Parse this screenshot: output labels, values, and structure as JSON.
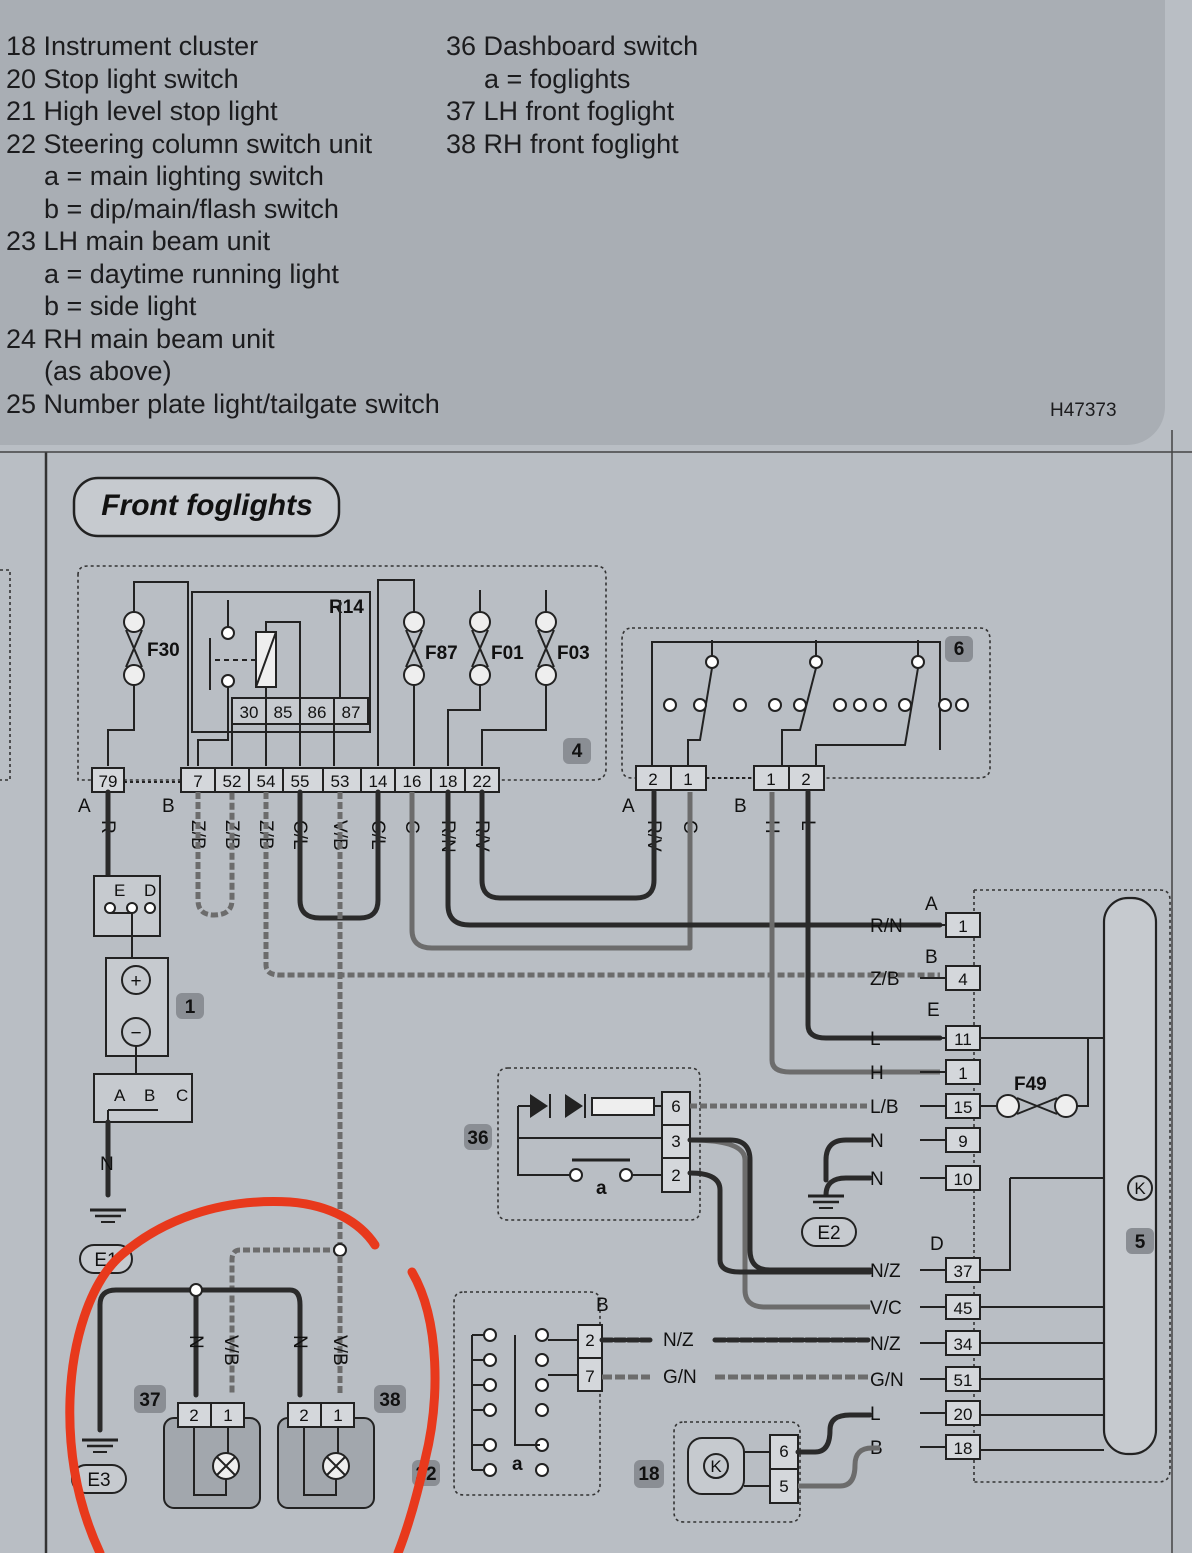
{
  "legend": {
    "left": [
      {
        "text": "18 Instrument cluster",
        "indent": false
      },
      {
        "text": "20 Stop light switch",
        "indent": false
      },
      {
        "text": "21 High level stop light",
        "indent": false
      },
      {
        "text": "22 Steering column switch unit",
        "indent": false
      },
      {
        "text": "a   = main lighting switch",
        "indent": true
      },
      {
        "text": "b   = dip/main/flash switch",
        "indent": true
      },
      {
        "text": "23 LH main beam unit",
        "indent": false
      },
      {
        "text": "a   = daytime running light",
        "indent": true
      },
      {
        "text": "b   = side light",
        "indent": true
      },
      {
        "text": "24 RH main beam unit",
        "indent": false
      },
      {
        "text": "(as above)",
        "indent": true
      },
      {
        "text": "25 Number plate light/tailgate switch",
        "indent": false
      }
    ],
    "right": [
      {
        "text": "36 Dashboard switch",
        "indent": false
      },
      {
        "text": "a   = foglights",
        "indent": true
      },
      {
        "text": "37 LH front foglight",
        "indent": false
      },
      {
        "text": "38 RH front foglight",
        "indent": false
      }
    ],
    "ref_code": "H47373"
  },
  "diagram": {
    "title": "Front foglights",
    "fuses": [
      "F30",
      "F87",
      "F01",
      "F03",
      "F49"
    ],
    "relay": {
      "name": "R14",
      "pins": [
        "30",
        "85",
        "86",
        "87"
      ]
    },
    "fusebox_pins": [
      "79",
      "7",
      "52",
      "54",
      "55",
      "53",
      "14",
      "16",
      "18",
      "22"
    ],
    "fusebox_wires": [
      "R",
      "Z/B",
      "Z/B",
      "Z/B",
      "C/L",
      "V/B",
      "C/L",
      "C",
      "R/N",
      "R/V"
    ],
    "connector_letters": {
      "A": "A",
      "B": "B",
      "C": "C",
      "D": "D",
      "E": "E"
    },
    "switch6_pins_a": [
      "2",
      "1"
    ],
    "switch6_pins_b": [
      "1",
      "2"
    ],
    "switch6_wires": [
      "R/V",
      "C",
      "H",
      "L"
    ],
    "battery_plus": "+",
    "battery_minus": "−",
    "earths": [
      "E1",
      "E2",
      "E3"
    ],
    "components": [
      "1",
      "4",
      "5",
      "6",
      "18",
      "22",
      "36",
      "37",
      "38"
    ],
    "module5_wires": [
      "R/N",
      "Z/B",
      "L",
      "H",
      "L/B",
      "N",
      "N",
      "N/Z",
      "V/C",
      "N/Z",
      "G/N",
      "L",
      "B"
    ],
    "module5_pins": [
      "1",
      "4",
      "11",
      "1",
      "15",
      "9",
      "10",
      "37",
      "45",
      "34",
      "51",
      "20",
      "18"
    ],
    "k_symbol": "K",
    "switch36_pins": [
      "6",
      "3",
      "2"
    ],
    "switch36_sub": "a",
    "switch22_pins": [
      "2",
      "7"
    ],
    "switch22_wires": [
      "N/Z",
      "G/N"
    ],
    "switch22_sub": "a",
    "cluster18_pins": [
      "6",
      "5"
    ],
    "fog_wires": [
      "N",
      "V/B",
      "N",
      "V/B"
    ],
    "fog_pins": [
      "2",
      "1",
      "2",
      "1"
    ],
    "lead_n": "N",
    "ground_c": "C",
    "relay_grp_r14": "R14"
  },
  "colors": {
    "annotation": "#e8391c",
    "panel": "#a9aeb4",
    "background": "#b9bec4"
  }
}
